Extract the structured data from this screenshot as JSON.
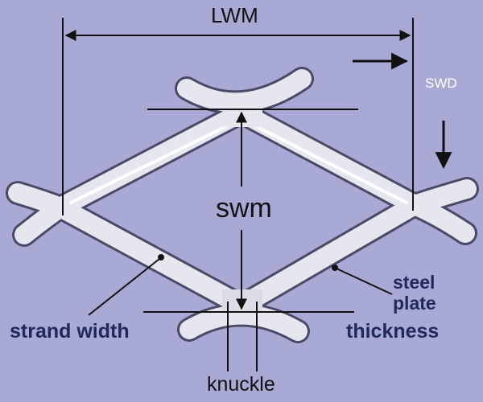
{
  "labels": {
    "lwm": "LWM",
    "swd": "SWD",
    "swm": "swm",
    "strand_width": "strand width",
    "steel": "steel",
    "plate": "plate",
    "thickness": "thickness",
    "knuckle": "knuckle"
  },
  "colors": {
    "background": "#a9a9d6",
    "strand_fill": "#e6e6ef",
    "strand_outline": "#4a4a66",
    "line": "#111111",
    "label_blue": "#1f2a5a",
    "swd_text": "#ffffff"
  }
}
